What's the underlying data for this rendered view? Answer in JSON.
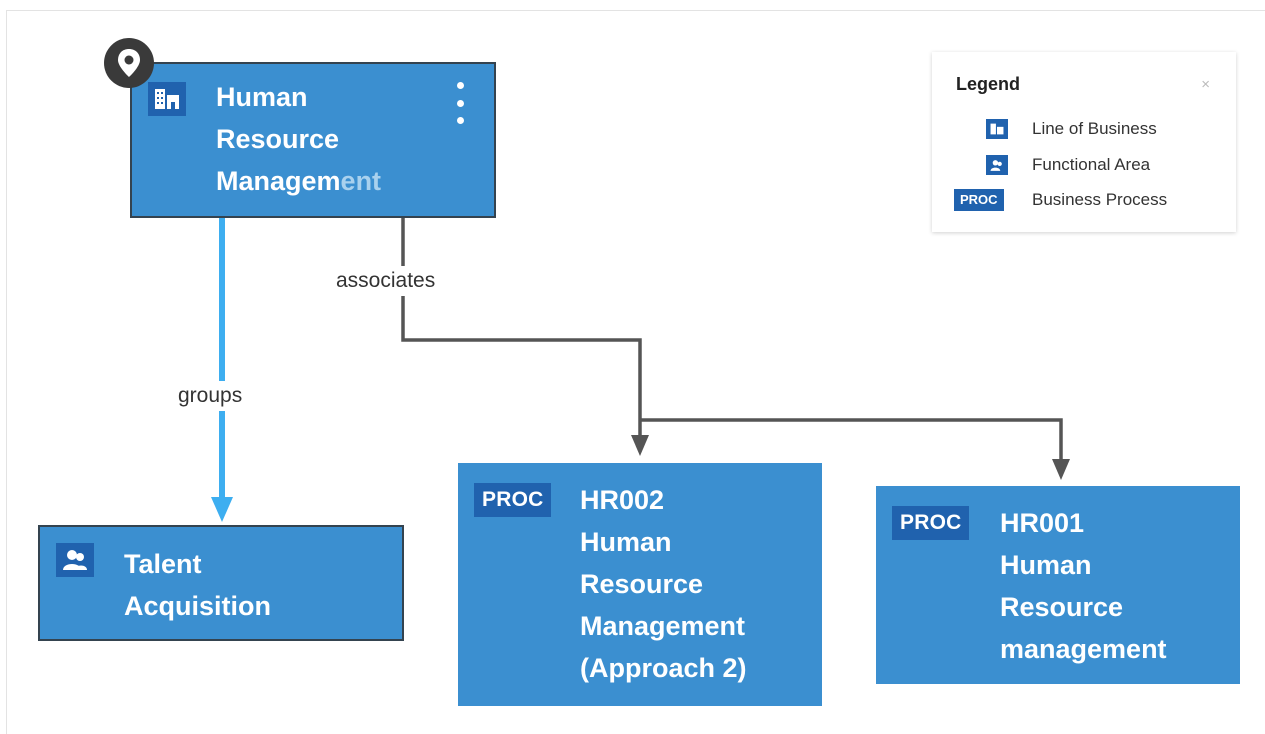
{
  "nodes": {
    "hrm": {
      "line1": "Human",
      "line2": "Resource",
      "line3": "Managem",
      "line3_fade": "ent",
      "icon": "building-icon"
    },
    "talent": {
      "line1": "Talent",
      "line2": "Acquisition",
      "icon": "people-icon"
    },
    "hr002": {
      "badge": "PROC",
      "lines": [
        "HR002",
        "Human",
        "Resource",
        "Management",
        "(Approach 2)"
      ]
    },
    "hr001": {
      "badge": "PROC",
      "lines": [
        "HR001",
        "Human",
        "Resource",
        "management"
      ]
    }
  },
  "edges": {
    "groups": {
      "label": "groups",
      "color": "#3daef0"
    },
    "associates": {
      "label": "associates",
      "color": "#555555"
    }
  },
  "legend": {
    "title": "Legend",
    "close": "×",
    "items": [
      {
        "icon": "building-icon",
        "label": "Line of Business"
      },
      {
        "icon": "people-icon",
        "label": "Functional Area"
      },
      {
        "badge": "PROC",
        "label": "Business Process"
      }
    ]
  },
  "colors": {
    "node": "#3b8fd0",
    "badge": "#2062ae",
    "border": "#34434f"
  }
}
